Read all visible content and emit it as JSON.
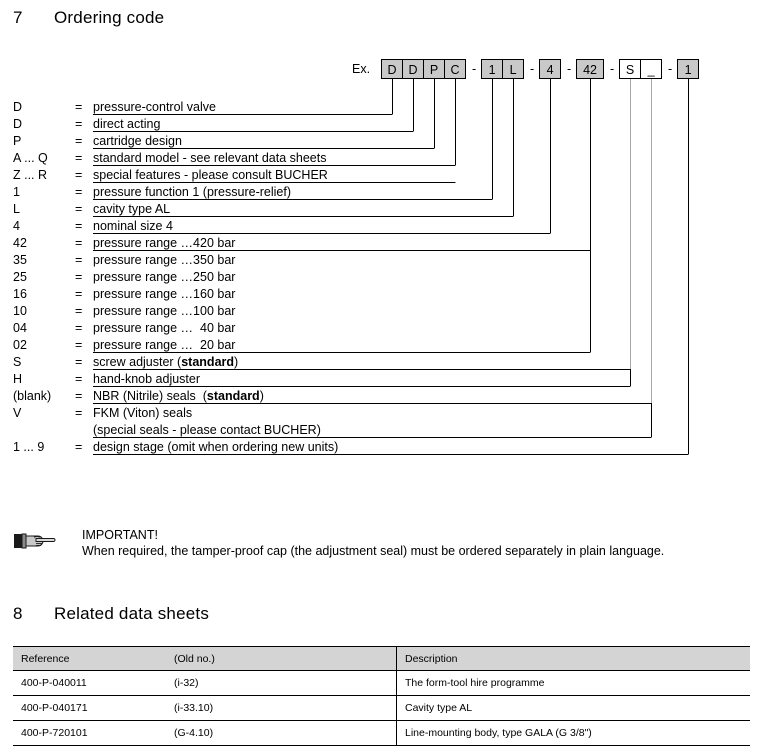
{
  "sections": {
    "ordering": {
      "number": "7",
      "title": "Ordering code"
    },
    "related": {
      "number": "8",
      "title": "Related data sheets"
    }
  },
  "example": {
    "label": "Ex.",
    "dash": "-",
    "groups": [
      {
        "boxes": [
          {
            "text": "D",
            "style": "gray"
          },
          {
            "text": "D",
            "style": "gray"
          },
          {
            "text": "P",
            "style": "gray"
          },
          {
            "text": "C",
            "style": "gray"
          }
        ]
      },
      {
        "boxes": [
          {
            "text": "1",
            "style": "gray"
          },
          {
            "text": "L",
            "style": "gray"
          }
        ]
      },
      {
        "boxes": [
          {
            "text": "4",
            "style": "gray"
          }
        ]
      },
      {
        "boxes": [
          {
            "text": "42",
            "style": "gray"
          }
        ]
      },
      {
        "boxes": [
          {
            "text": "S",
            "style": "white"
          },
          {
            "text": "_",
            "style": "white"
          }
        ]
      },
      {
        "boxes": [
          {
            "text": "1",
            "style": "gray"
          }
        ]
      }
    ]
  },
  "code_rows": [
    {
      "key": "D",
      "eq": "=",
      "value": "pressure-control valve"
    },
    {
      "key": "D",
      "eq": "=",
      "value": "direct acting"
    },
    {
      "key": "P",
      "eq": "=",
      "value": "cartridge design"
    },
    {
      "key": "A ... Q",
      "eq": "=",
      "value": "standard model - see relevant data sheets"
    },
    {
      "key": "Z ... R",
      "eq": "=",
      "value": "special features - please consult BUCHER"
    },
    {
      "key": "1",
      "eq": "=",
      "value": "pressure function 1 (pressure-relief)"
    },
    {
      "key": "L",
      "eq": "=",
      "value": "cavity type AL"
    },
    {
      "key": "4",
      "eq": "=",
      "value": "nominal size 4"
    },
    {
      "key": "42",
      "eq": "=",
      "value": "pressure range …420 bar"
    },
    {
      "key": "35",
      "eq": "=",
      "value": "pressure range …350 bar"
    },
    {
      "key": "25",
      "eq": "=",
      "value": "pressure range …250 bar"
    },
    {
      "key": "16",
      "eq": "=",
      "value": "pressure range …160 bar"
    },
    {
      "key": "10",
      "eq": "=",
      "value": "pressure range …100 bar"
    },
    {
      "key": "04",
      "eq": "=",
      "value": "pressure range …  40 bar"
    },
    {
      "key": "02",
      "eq": "=",
      "value": "pressure range …  20 bar"
    },
    {
      "key": "S",
      "eq": "=",
      "value": "screw adjuster (standard)"
    },
    {
      "key": "H",
      "eq": "=",
      "value": "hand-knob adjuster"
    },
    {
      "key": "(blank)",
      "eq": "=",
      "value": "NBR (Nitrile) seals  (standard)"
    },
    {
      "key": "V",
      "eq": "=",
      "value": "FKM (Viton) seals"
    },
    {
      "key": "",
      "eq": "",
      "value": "(special seals - please contact BUCHER)"
    },
    {
      "key": "1 ... 9",
      "eq": "=",
      "value": "design stage (omit when ordering new units)"
    }
  ],
  "note": {
    "icon": "pointing-hand-icon",
    "title": "IMPORTANT!",
    "body": "When required, the tamper-proof cap (the adjustment seal) must be ordered separately in plain language."
  },
  "related_table": {
    "headers": [
      "Reference",
      "(Old no.)",
      "Description"
    ],
    "rows": [
      [
        "400-P-040011",
        "(i-32)",
        "The form-tool hire programme"
      ],
      [
        "400-P-040171",
        "(i-33.10)",
        "Cavity type AL"
      ],
      [
        "400-P-720101",
        "(G-4.10)",
        "Line-mounting body, type GALA  (G 3/8\")"
      ]
    ]
  },
  "colors": {
    "box_fill": "#c9c9c9",
    "header_fill": "#d4d4d4",
    "line": "#000000",
    "leader_gray": "#a8a8a8"
  }
}
